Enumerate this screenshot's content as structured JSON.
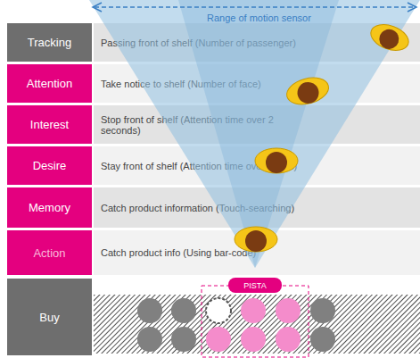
{
  "diagram": {
    "nodes": [
      {
        "text": [
          "Tracking"
        ]
      },
      {
        "text": [
          "Passing front of shelf (Number of passenger)"
        ]
      },
      {
        "text": [
          "Attention"
        ]
      },
      {
        "text": [
          "Take notice to shelf (Number of face)"
        ]
      },
      {
        "text": [
          "Interest"
        ]
      },
      {
        "text": [
          "Stop front of shelf (Attention time over 2 seconds)"
        ]
      },
      {
        "text": [
          "Desire"
        ]
      },
      {
        "text": [
          "Stay front of shelf (Attention time over 10sec)"
        ]
      },
      {
        "text": [
          "Memory"
        ]
      },
      {
        "text": [
          "Catch product information (Touch-searching)"
        ]
      },
      {
        "text": [
          "Action"
        ]
      },
      {
        "text": [
          "Catch product info (Using bar-code)"
        ]
      },
      {
        "text": [
          "Buy"
        ]
      },
      {
        "text": [
          "PISTA"
        ]
      }
    ],
    "labels": [
      "Range of motion sensor"
    ]
  }
}
